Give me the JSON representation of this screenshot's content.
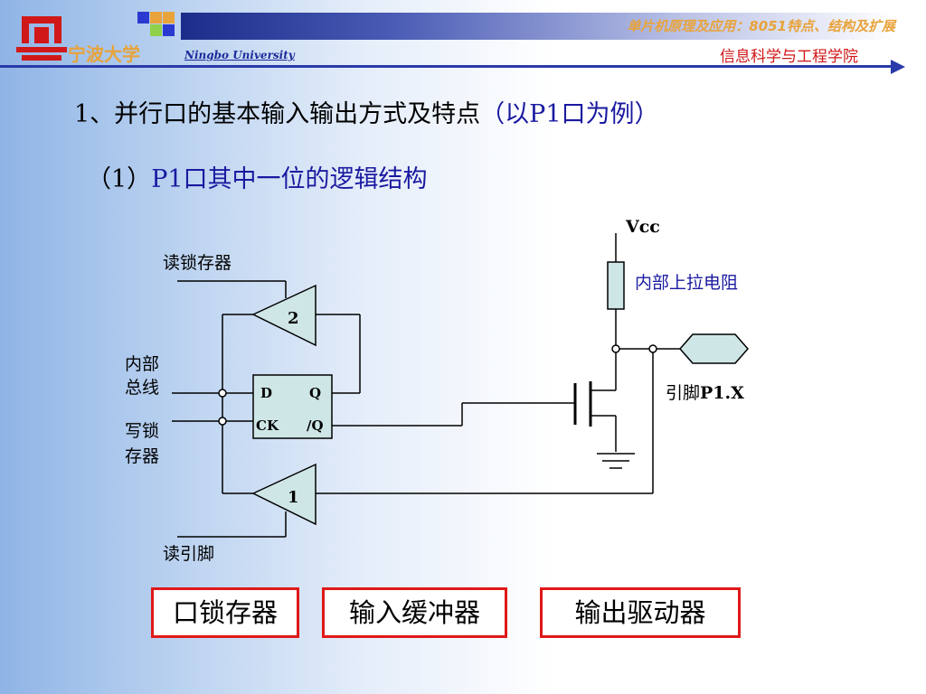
{
  "header": {
    "course_title": "单片机原理及应用：8051特点、结构及扩展",
    "school_name": "信息科学与工程学院",
    "university_name_cn": "宁波大学",
    "university_name_en": "Ningbo University"
  },
  "slide": {
    "heading1_prefix": "1、并行口的基本输入输出方式及特点",
    "heading1_suffix": "（以P1口为例）",
    "heading2_prefix": "（1）",
    "heading2_suffix": "P1口其中一位的逻辑结构"
  },
  "diagram": {
    "read_latch": "读锁存器",
    "internal_bus_line1": "内部",
    "internal_bus_line2": "总线",
    "write_latch_line1": "写锁",
    "write_latch_line2": "存器",
    "read_pin": "读引脚",
    "vcc": "Vcc",
    "pullup": "内部上拉电阻",
    "pin_prefix": "引脚",
    "pin_name": "P1.X",
    "buffer2": "2",
    "buffer1": "1",
    "latch_d": "D",
    "latch_q": "Q",
    "latch_ck": "CK",
    "latch_qbar": "/Q"
  },
  "legend": {
    "latch": "口锁存器",
    "input_buffer": "输入缓冲器",
    "output_driver": "输出驱动器"
  },
  "colors": {
    "accent_blue": "#1a1aa0",
    "accent_red": "#e01818",
    "accent_orange": "#e8a33b",
    "diagram_fill": "#cfe6e6"
  }
}
